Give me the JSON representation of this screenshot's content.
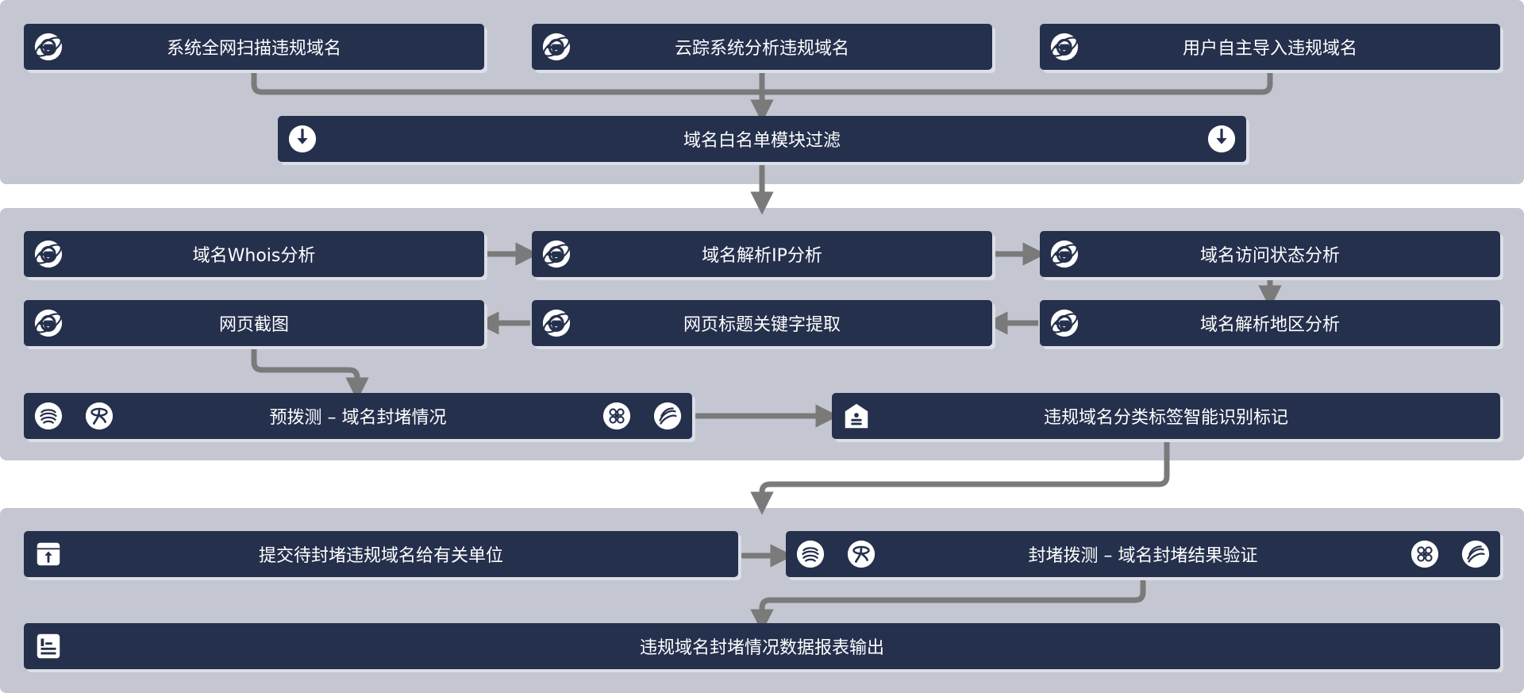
{
  "stage1": {
    "sources": [
      "系统全网扫描违规域名",
      "云踪系统分析违规域名",
      "用户自主导入违规域名"
    ],
    "filter": "域名白名单模块过滤"
  },
  "stage2": {
    "whois": "域名Whois分析",
    "ip": "域名解析IP分析",
    "status": "域名访问状态分析",
    "region": "域名解析地区分析",
    "keyword": "网页标题关键字提取",
    "screenshot": "网页截图",
    "probe": "预拨测 – 域名封堵情况",
    "classify": "违规域名分类标签智能识别标记"
  },
  "stage3": {
    "submit": "提交待封堵违规域名给有关单位",
    "verify": "封堵拨测 – 域名封堵结果验证",
    "report": "违规域名封堵情况数据报表输出"
  },
  "colors": {
    "panel": "#c4c7d1",
    "node": "#25304d",
    "text": "#ffffff",
    "arrow": "#7a7a7a"
  },
  "icons": {
    "source": "ie-browser-icon",
    "filter": "download-arrow-icon",
    "analysis": "ie-browser-icon",
    "carriers": [
      "china-mobile-icon",
      "china-telecom-icon",
      "china-unicom-icon",
      "broadcast-network-icon"
    ],
    "classify": "tag-id-icon",
    "submit": "upload-box-icon",
    "report": "report-document-icon"
  }
}
